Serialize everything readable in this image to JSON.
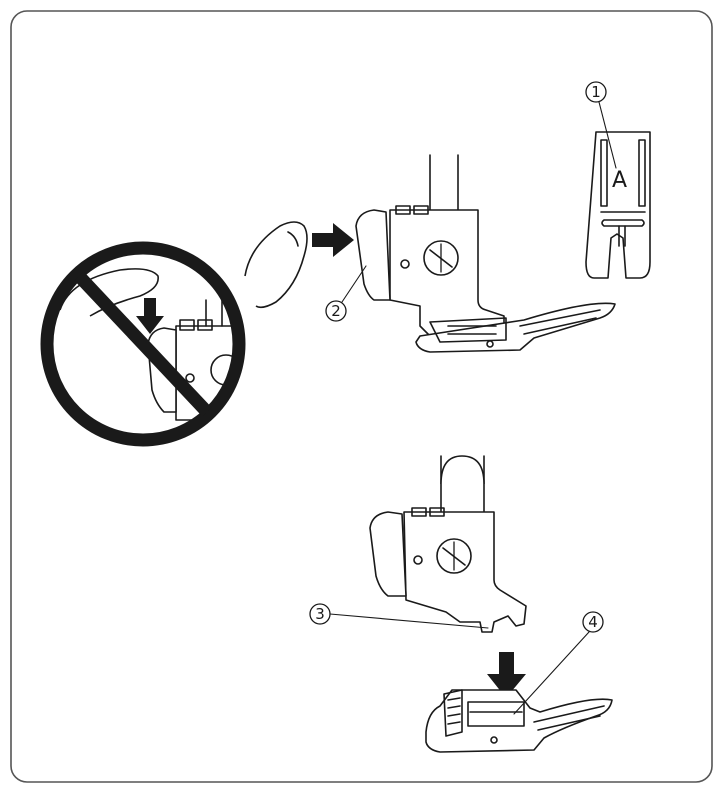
{
  "callouts": {
    "c1": "1",
    "c2": "2",
    "c3": "3",
    "c4": "4"
  },
  "foot_letter": "A",
  "colors": {
    "line": "#1a1a1a",
    "frame": "#555555",
    "background": "#ffffff"
  },
  "icons": [
    "prohibition-icon",
    "arrow-right-icon",
    "arrow-down-icon"
  ]
}
